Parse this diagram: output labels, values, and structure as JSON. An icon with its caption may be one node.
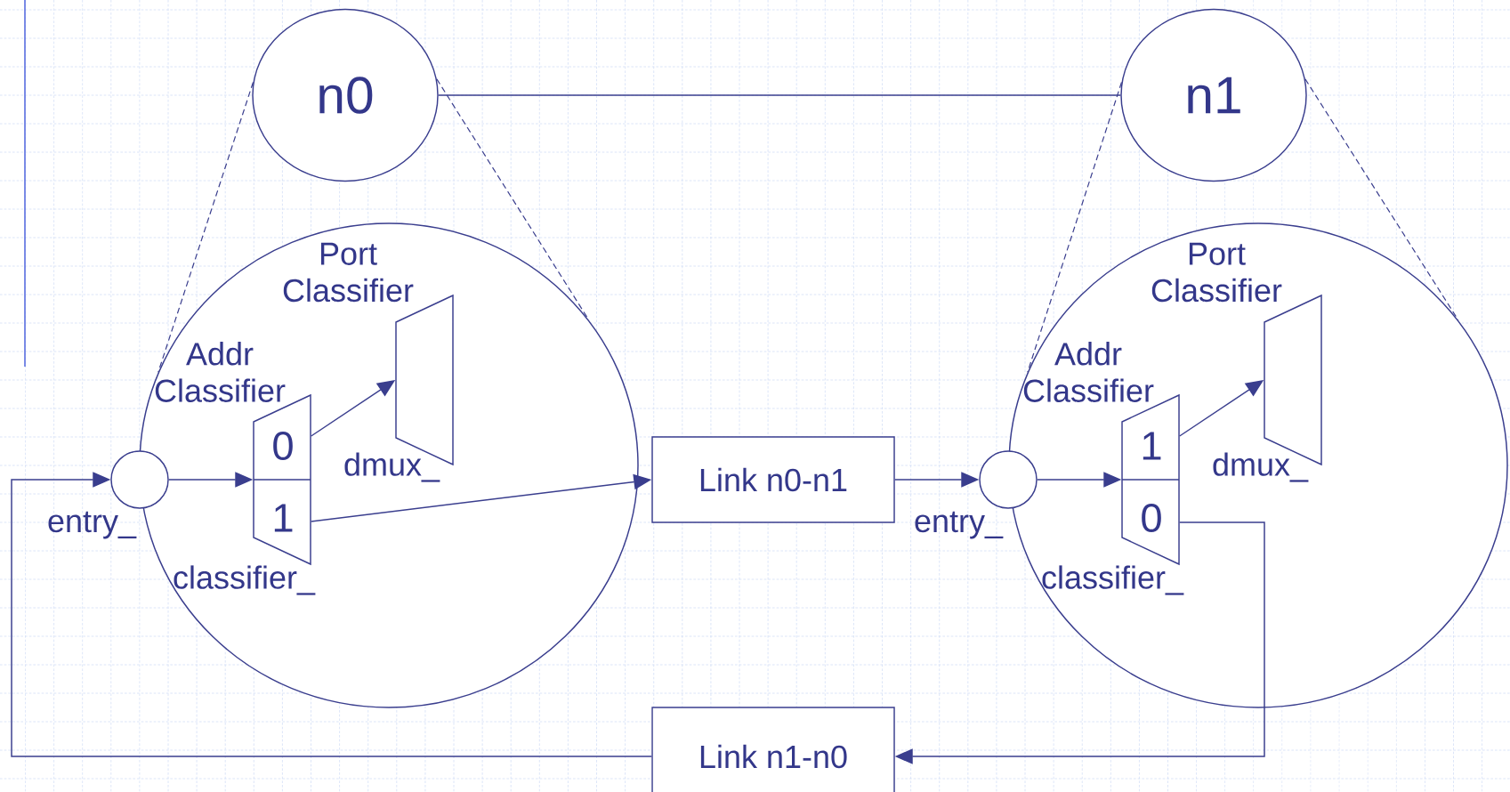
{
  "diagram": {
    "nodes": [
      {
        "text": [
          "n0"
        ]
      },
      {
        "text": [],
        "shape": "circle"
      },
      {
        "text": [],
        "shape": "circle",
        "beside": [
          "entry_"
        ]
      },
      {
        "text": [
          "0",
          "1"
        ],
        "in": 1,
        "beside": [
          "Addr Classifier",
          "classifier_"
        ]
      },
      {
        "text": [],
        "shape": "trapezoid",
        "in": 1,
        "beside": [
          "Port Classifier",
          "dmux_"
        ]
      },
      {
        "text": [
          "Link n0-n1"
        ]
      },
      {
        "text": [
          "n1"
        ]
      },
      {
        "text": [],
        "shape": "circle"
      },
      {
        "text": [],
        "shape": "circle",
        "beside": [
          "entry_"
        ]
      },
      {
        "text": [
          "1",
          "0"
        ],
        "in": 7,
        "beside": [
          "Addr Classifier",
          "classifier_"
        ]
      },
      {
        "text": [],
        "shape": "trapezoid",
        "in": 7,
        "beside": [
          "Port Classifier",
          "dmux_"
        ]
      },
      {
        "text": [
          "Link n1-n0"
        ]
      }
    ],
    "edges": [
      {
        "from": 0,
        "to": 6,
        "arrow": "none"
      },
      {
        "from": 0,
        "to": 1,
        "arrow": "none",
        "style": "dashed"
      },
      {
        "from": 0,
        "to": 1,
        "arrow": "none",
        "style": "dashed"
      },
      {
        "from": 6,
        "to": 7,
        "arrow": "none",
        "style": "dashed"
      },
      {
        "from": 6,
        "to": 7,
        "arrow": "none",
        "style": "dashed"
      },
      {
        "from": 11,
        "to": 2,
        "arrow": "to"
      },
      {
        "from": 2,
        "to": 3,
        "arrow": "to"
      },
      {
        "from": 3,
        "to": 4,
        "arrow": "to"
      },
      {
        "from": 3,
        "to": 5,
        "arrow": "to"
      },
      {
        "from": 5,
        "to": 8,
        "arrow": "to"
      },
      {
        "from": 8,
        "to": 9,
        "arrow": "to"
      },
      {
        "from": 9,
        "to": 10,
        "arrow": "to"
      },
      {
        "from": 9,
        "to": 11,
        "arrow": "to"
      }
    ]
  }
}
